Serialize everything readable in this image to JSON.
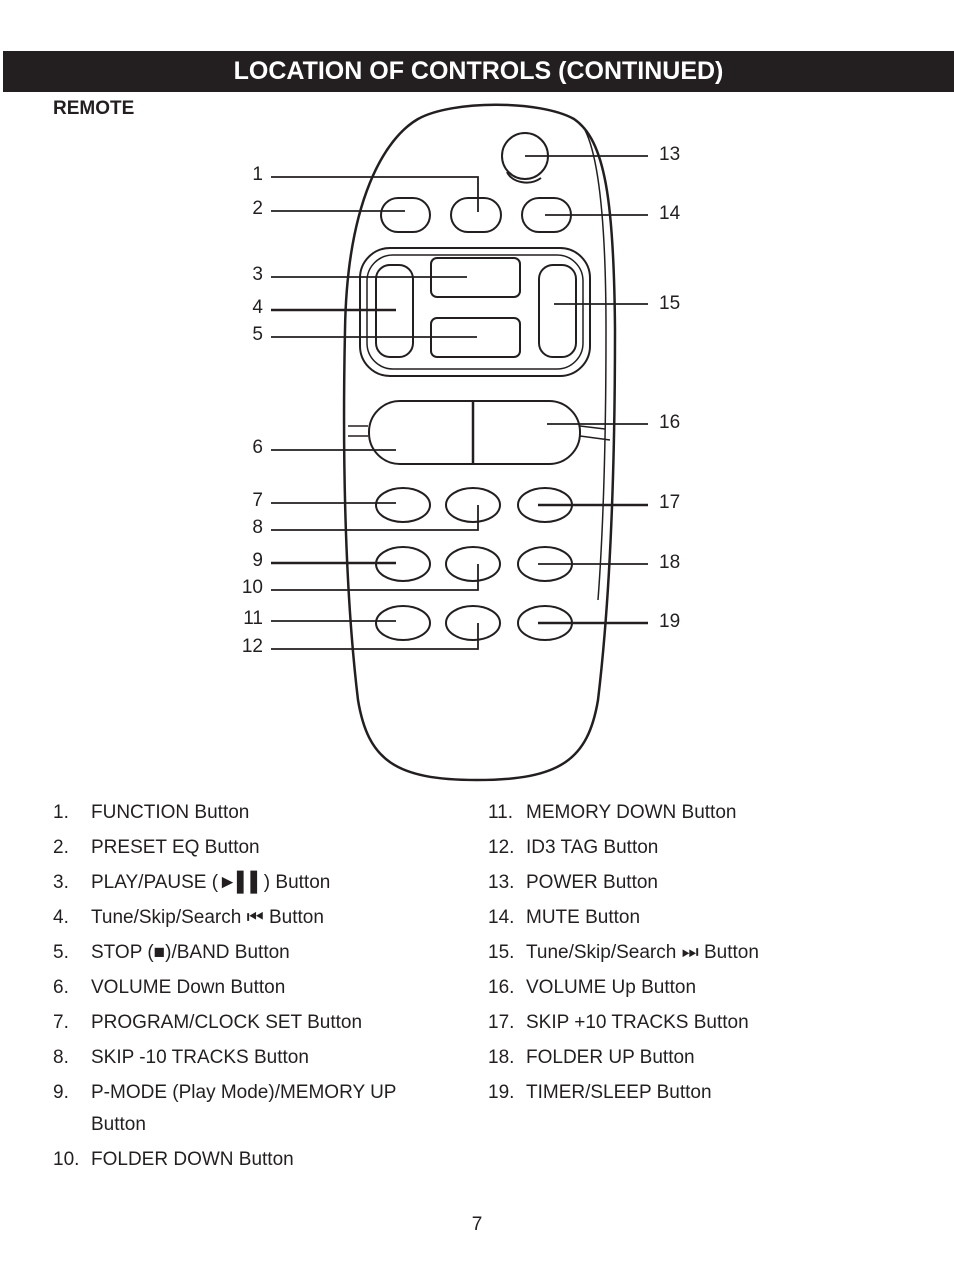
{
  "header": {
    "title": "LOCATION OF CONTROLS (CONTINUED)"
  },
  "section": {
    "title": "REMOTE"
  },
  "callouts": {
    "left": [
      "1",
      "2",
      "3",
      "4",
      "5",
      "6",
      "7",
      "8",
      "9",
      "10",
      "11",
      "12"
    ],
    "right": [
      "13",
      "14",
      "15",
      "16",
      "17",
      "18",
      "19"
    ]
  },
  "legend": {
    "left": [
      {
        "num": "1.",
        "text": "FUNCTION Button"
      },
      {
        "num": "2.",
        "text": "PRESET EQ Button"
      },
      {
        "num": "3.",
        "text": "PLAY/PAUSE (►▌▌) Button"
      },
      {
        "num": "4.",
        "text": "Tune/Skip/Search ⏮ Button"
      },
      {
        "num": "5.",
        "text": "STOP (■)/BAND Button"
      },
      {
        "num": "6.",
        "text": "VOLUME Down Button"
      },
      {
        "num": "7.",
        "text": "PROGRAM/CLOCK SET Button"
      },
      {
        "num": "8.",
        "text": "SKIP -10 TRACKS Button"
      },
      {
        "num": "9.",
        "text": "P-MODE (Play Mode)/MEMORY UP Button"
      },
      {
        "num": "10.",
        "text": "FOLDER DOWN Button"
      }
    ],
    "right": [
      {
        "num": "11.",
        "text": "MEMORY DOWN Button"
      },
      {
        "num": "12.",
        "text": "ID3 TAG Button"
      },
      {
        "num": "13.",
        "text": "POWER Button"
      },
      {
        "num": "14.",
        "text": "MUTE Button"
      },
      {
        "num": "15.",
        "text": "Tune/Skip/Search ⏭ Button"
      },
      {
        "num": "16.",
        "text": "VOLUME Up Button"
      },
      {
        "num": "17.",
        "text": "SKIP +10 TRACKS Button"
      },
      {
        "num": "18.",
        "text": "FOLDER UP Button"
      },
      {
        "num": "19.",
        "text": "TIMER/SLEEP Button"
      }
    ]
  },
  "page": {
    "number": "7"
  },
  "colors": {
    "ink": "#231f20",
    "banner": "#231f20",
    "paper": "#ffffff"
  }
}
